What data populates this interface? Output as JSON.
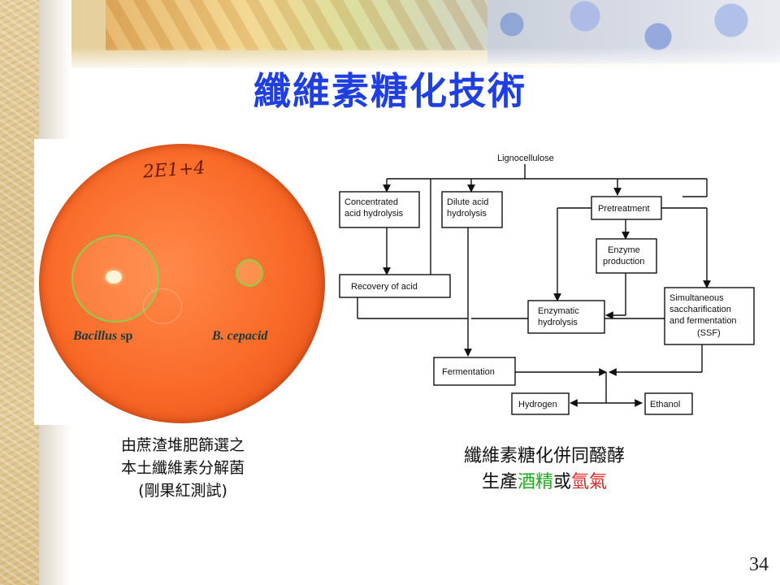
{
  "title": "纖維素糖化技術",
  "dish": {
    "scrawl": "2E1+4",
    "label_bacillus_name": "Bacillus",
    "label_bacillus_suffix": " sp",
    "label_cepacia": "B. cepacid"
  },
  "caption_left": {
    "line1": "由蔗渣堆肥篩選之",
    "line2": "本土纖維素分解菌",
    "line3": "(剛果紅測試)"
  },
  "caption_right": {
    "line1": "纖維素糖化併同醱酵",
    "line2_prefix": "生產",
    "line2_green": "酒精",
    "line2_mid": "或",
    "line2_red": "氫氣"
  },
  "flowchart": {
    "lignocellulose": "Lignocellulose",
    "concentrated_1": "Concentrated",
    "concentrated_2": "acid hydrolysis",
    "dilute_1": "Dilute acid",
    "dilute_2": "hydrolysis",
    "pretreatment": "Pretreatment",
    "enzyme_1": "Enzyme",
    "enzyme_2": "production",
    "recovery": "Recovery of acid",
    "enzymatic_1": "Enzymatic",
    "enzymatic_2": "hydrolysis",
    "ssf_1": "Simultaneous",
    "ssf_2": "saccharification",
    "ssf_3": "and fermentation",
    "ssf_4": "(SSF)",
    "fermentation": "Fermentation",
    "hydrogen": "Hydrogen",
    "ethanol": "Ethanol"
  },
  "page_number": "34",
  "colors": {
    "title": "#1f3fe0",
    "green_word": "#1eaa1e",
    "red_word": "#e61e1e",
    "zone_ring": "#8bd04a",
    "agar": "#f96a28"
  }
}
